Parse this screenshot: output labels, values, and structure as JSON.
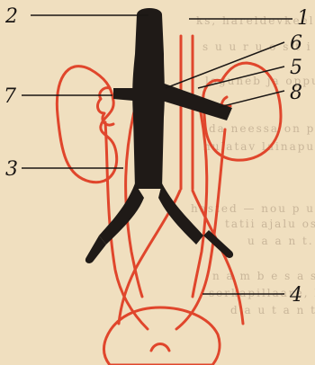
{
  "diagram": {
    "labels": [
      "2",
      "1",
      "6",
      "5",
      "7",
      "8",
      "3",
      "4"
    ],
    "colors": {
      "background": "#f0dfbf",
      "artery": "#e0462c",
      "vein": "#1f1a17",
      "text": "#1a1614",
      "bleed_text": "#c9b69a"
    },
    "bleed_through_text": [
      "ks, hareldevkeele ja",
      "s u u r u o s t i k",
      "laguneb ja opputa",
      "da neessa on puri-",
      "hulatav lainapurinane",
      "hasted — nou p u d e s.",
      "tatii ajalu osa on",
      "u a a n t.",
      "n a m b e s a s. Bamba-",
      "serkapillaare, luupun osa",
      "d a u t a n t i. Hamba"
    ]
  }
}
